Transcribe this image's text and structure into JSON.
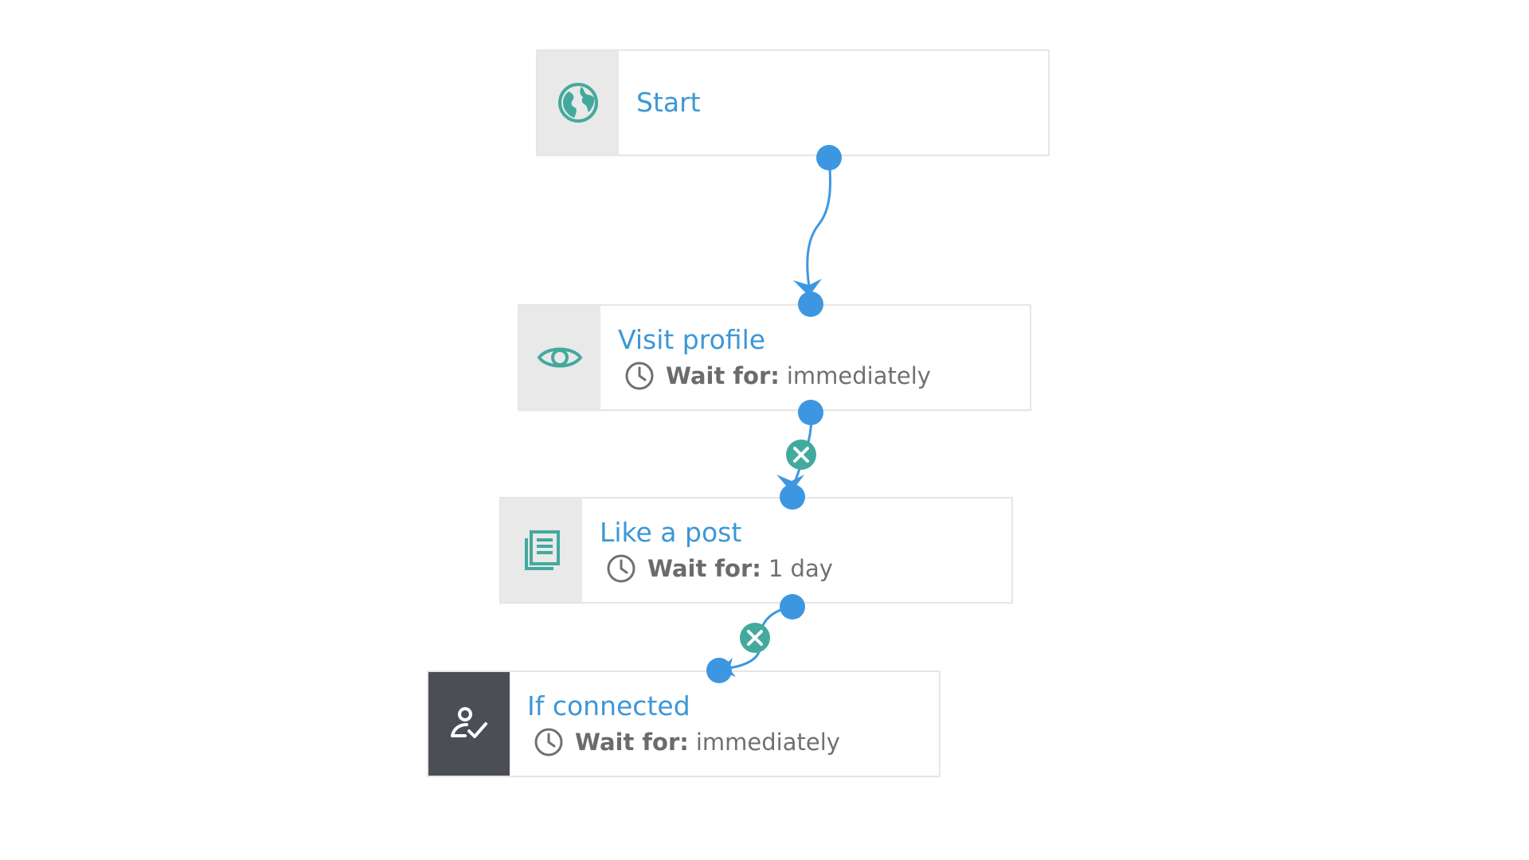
{
  "workflow": {
    "start": {
      "title": "Start",
      "icon": "globe-icon"
    },
    "visit_profile": {
      "title": "Visit profile",
      "icon": "eye-icon",
      "wait_label": "Wait for:",
      "wait_value": "immediately"
    },
    "like_post": {
      "title": "Like a post",
      "icon": "newspaper-icon",
      "wait_label": "Wait for:",
      "wait_value": "1 day"
    },
    "if_connected": {
      "title": "If connected",
      "icon": "user-check-icon",
      "wait_label": "Wait for:",
      "wait_value": "immediately"
    }
  },
  "colors": {
    "title": "#3d97d6",
    "port": "#3d97e0",
    "remove": "#43a99d",
    "icon_teal": "#43a99d",
    "icon_panel": "#e9e9e9",
    "icon_panel_dark": "#4b4e55",
    "text_gray": "#707070"
  }
}
